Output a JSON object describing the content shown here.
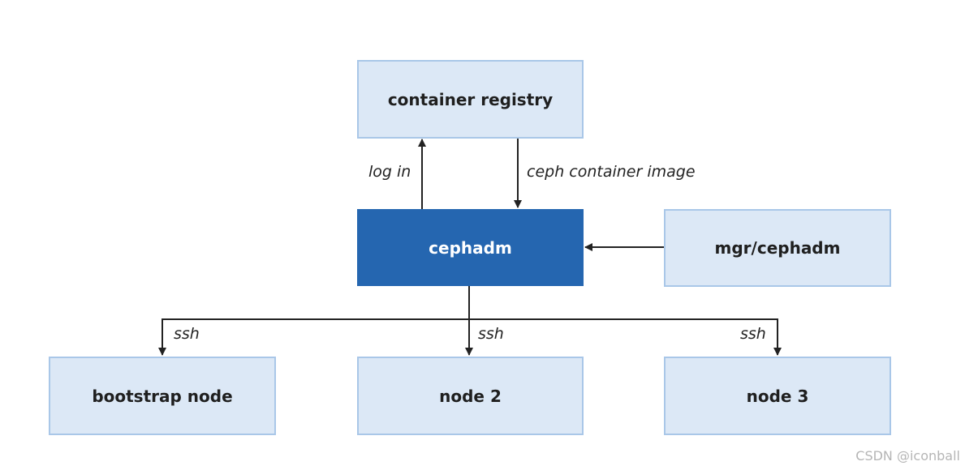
{
  "nodes": {
    "registry": "container registry",
    "cephadm": "cephadm",
    "mgr": "mgr/cephadm",
    "bootstrap": "bootstrap node",
    "node2": "node 2",
    "node3": "node 3"
  },
  "edges": {
    "login": "log in",
    "image": "ceph container image",
    "ssh_bootstrap": "ssh",
    "ssh_node2": "ssh",
    "ssh_node3": "ssh"
  },
  "watermark": "CSDN @iconball",
  "colors": {
    "box_fill": "#dce8f6",
    "box_border": "#a9c7e8",
    "primary_fill": "#2566b0",
    "line": "#222222"
  }
}
